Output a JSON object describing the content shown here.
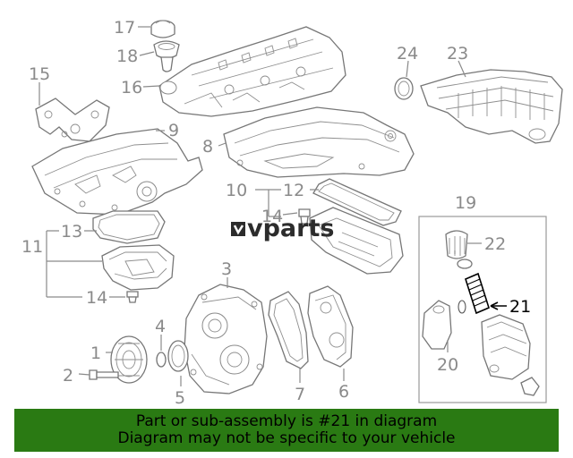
{
  "diagram": {
    "callouts": {
      "c1": "1",
      "c2": "2",
      "c3": "3",
      "c4": "4",
      "c5": "5",
      "c6": "6",
      "c7": "7",
      "c8": "8",
      "c9": "9",
      "c10": "10",
      "c11": "11",
      "c12": "12",
      "c13": "13",
      "c14a": "14",
      "c14b": "14",
      "c15": "15",
      "c16": "16",
      "c17": "17",
      "c18": "18",
      "c19": "19",
      "c20": "20",
      "c21": "21",
      "c22": "22",
      "c23": "23",
      "c24": "24"
    },
    "highlighted_part": "21"
  },
  "banner": {
    "line1": "Part or sub-assembly is #21 in diagram",
    "line2": "Diagram may not be specific to your vehicle"
  },
  "watermark": {
    "text": "vparts"
  },
  "colors": {
    "banner_bg": "#2a7a13",
    "line_art": "#777777",
    "highlight": "#000000"
  }
}
